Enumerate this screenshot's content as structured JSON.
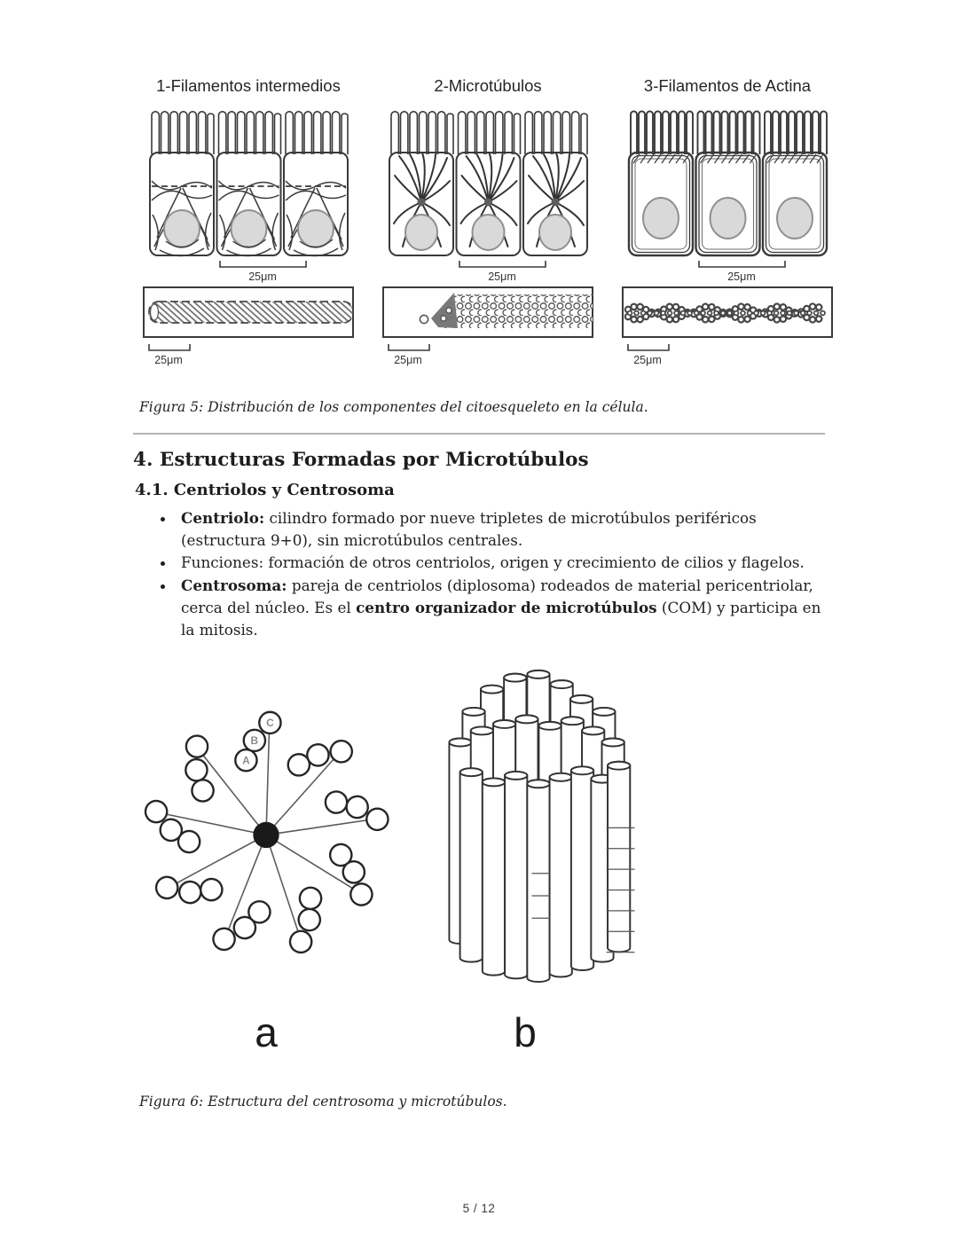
{
  "figure5": {
    "panels": [
      {
        "title": "1-Filamentos intermedios",
        "cell_scale_label": "25μm",
        "fiber_scale_label": "25μm"
      },
      {
        "title": "2-Microtúbulos",
        "cell_scale_label": "25μm",
        "fiber_scale_label": "25μm"
      },
      {
        "title": "3-Filamentos de Actina",
        "cell_scale_label": "25μm",
        "fiber_scale_label": "25μm"
      }
    ],
    "caption": "Figura 5: Distribución de los componentes del citoesqueleto en la célula."
  },
  "section": {
    "heading": "4. Estructuras Formadas por Microtúbulos",
    "subheading": "4.1. Centriolos y Centrosoma",
    "bullets": [
      {
        "runs": [
          {
            "text": "Centriolo:",
            "bold": true
          },
          {
            "text": " cilindro formado por nueve tripletes de microtúbulos periféricos (estructura 9+0), sin microtúbulos centrales.",
            "bold": false
          }
        ]
      },
      {
        "runs": [
          {
            "text": "Funciones: formación de otros centriolos, origen y crecimiento de cilios y flagelos.",
            "bold": false
          }
        ]
      },
      {
        "runs": [
          {
            "text": "Centrosoma:",
            "bold": true
          },
          {
            "text": " pareja de centriolos (diplosoma) rodeados de material pericentriolar, cerca del núcleo. Es el ",
            "bold": false
          },
          {
            "text": "centro organizador de microtúbulos",
            "bold": true
          },
          {
            "text": " (COM) y participa en la mitosis.",
            "bold": false
          }
        ]
      }
    ]
  },
  "figure6": {
    "triplet_labels": [
      "A",
      "B",
      "C"
    ],
    "panel_labels": {
      "a": "a",
      "b": "b"
    },
    "caption": "Figura 6: Estructura del centrosoma y microtúbulos."
  },
  "footer": {
    "page_indicator": "5 / 12"
  },
  "colors": {
    "ink": "#2b2b2b",
    "figure_stroke": "#3a3a3a",
    "nucleus_fill": "#d9d9d9",
    "rule": "#b3b3b3"
  }
}
